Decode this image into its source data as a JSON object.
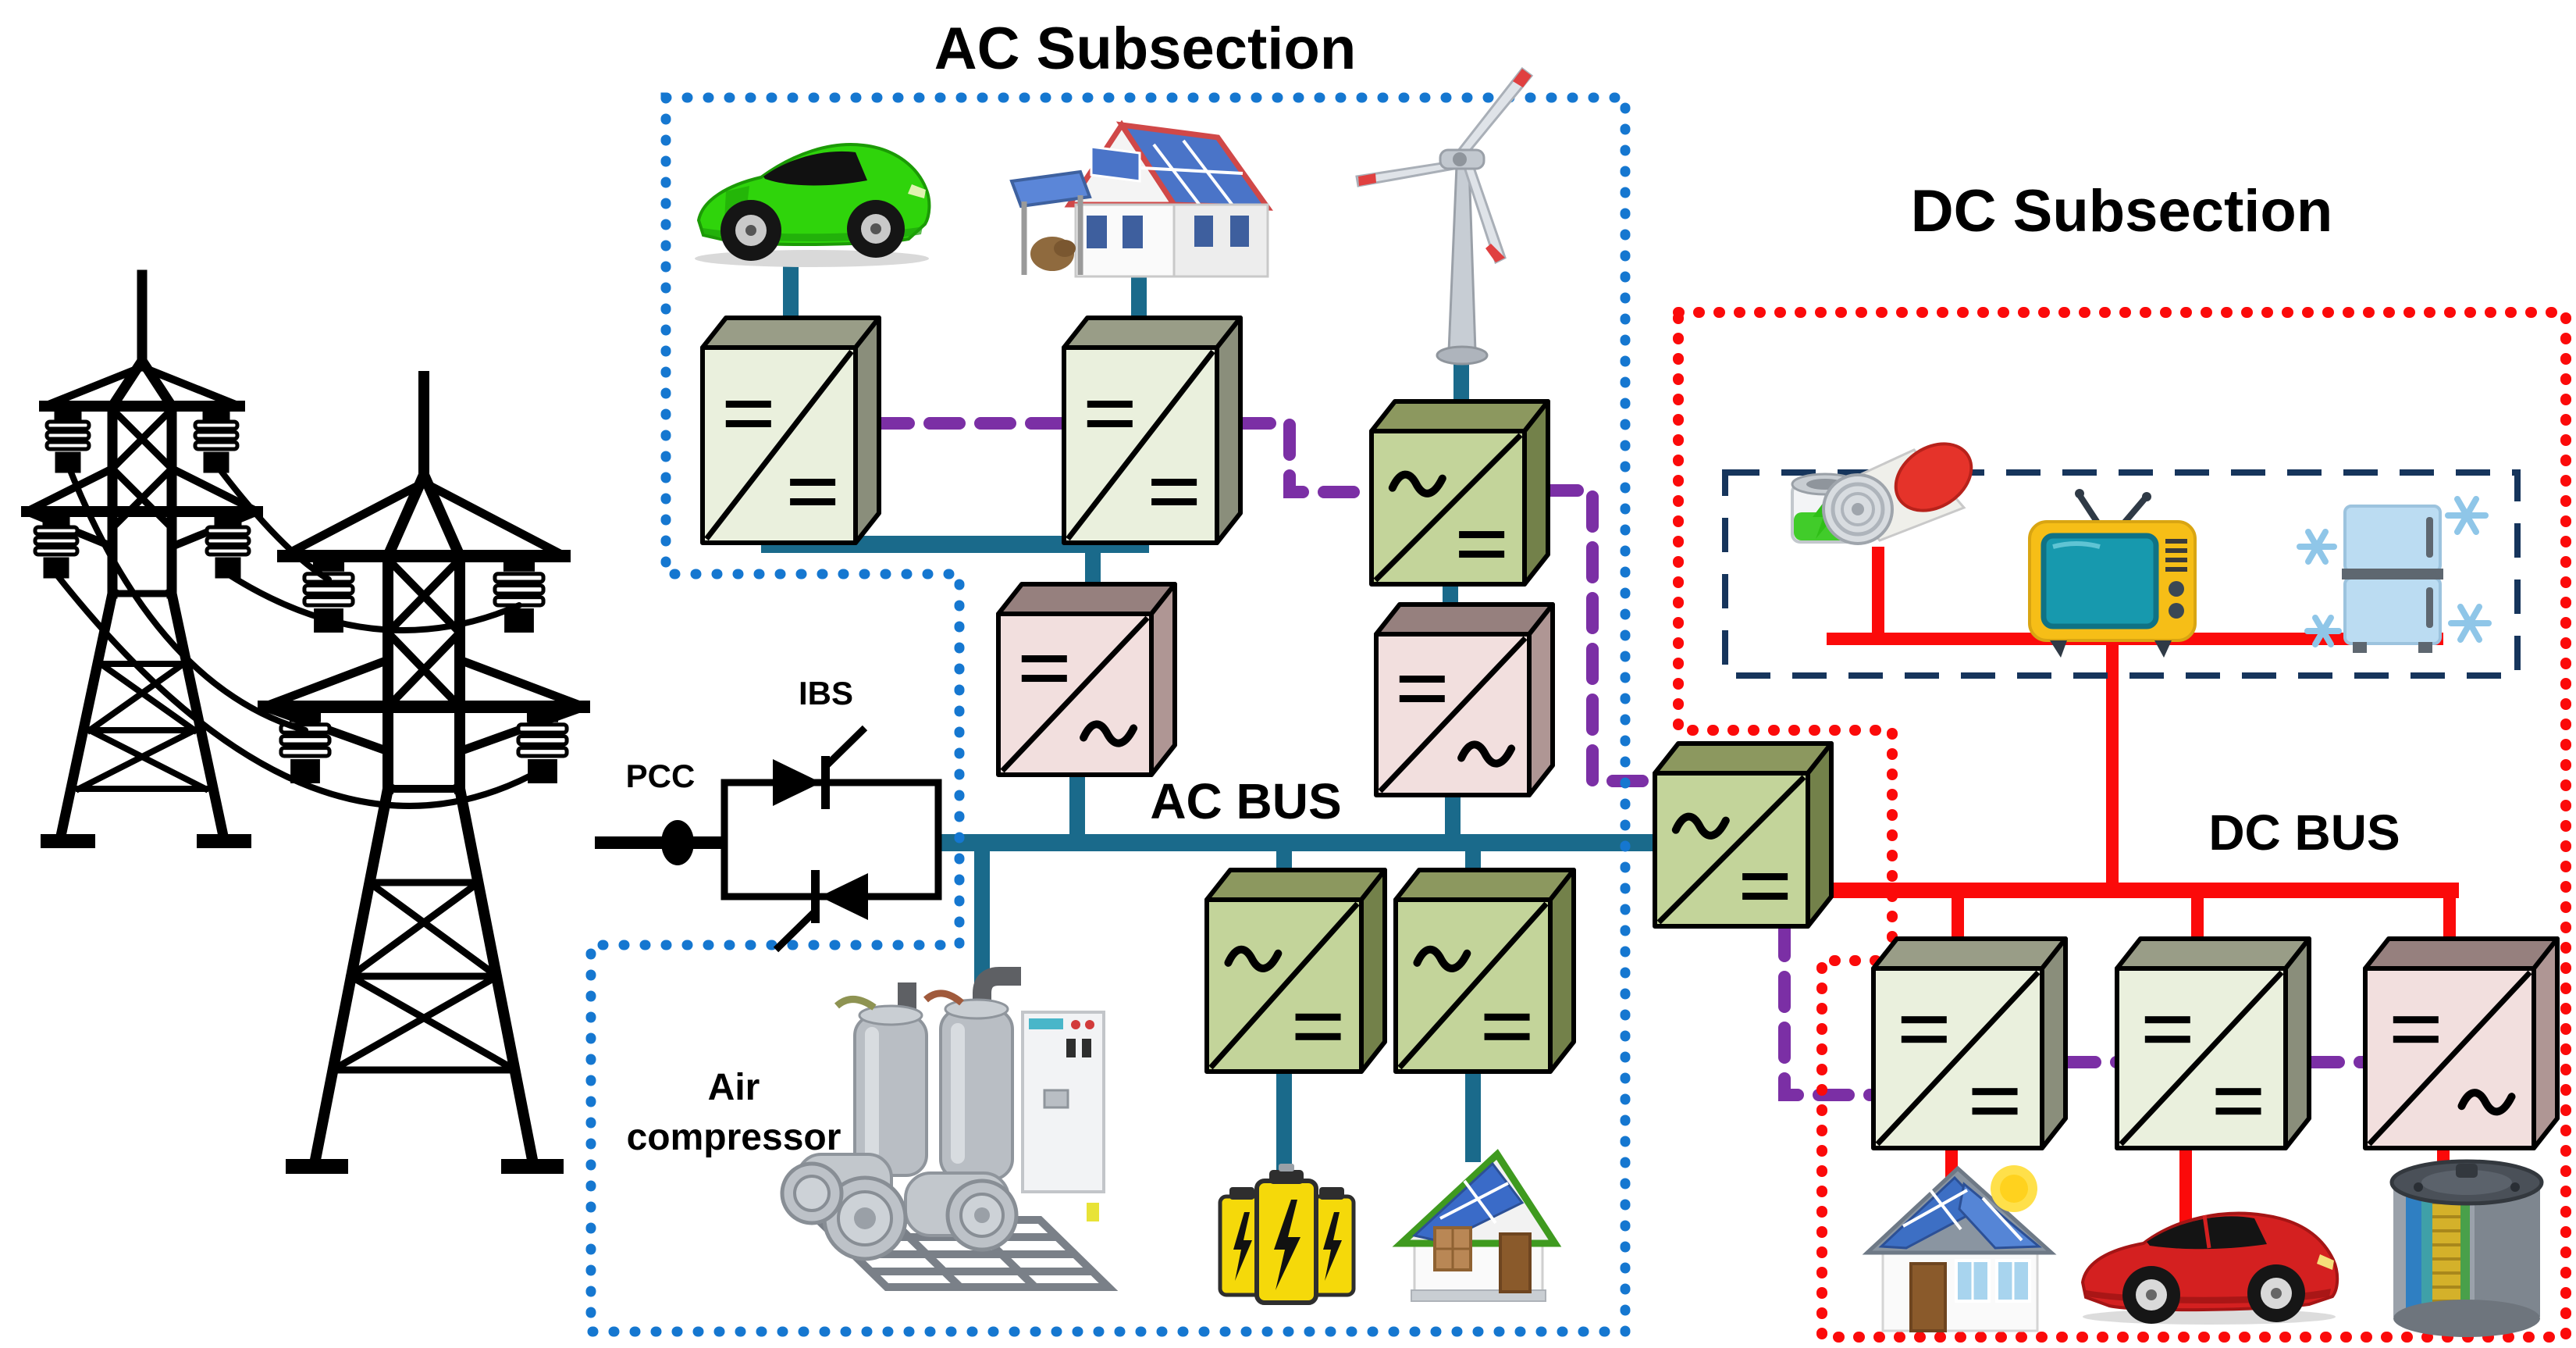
{
  "ac_section": {
    "title": "AC Subsection",
    "bus_label": "AC BUS",
    "pcc_label": "PCC",
    "ibs_label": "IBS",
    "air_compressor_label_line1": "Air",
    "air_compressor_label_line2": "compressor",
    "components": [
      "transmission-grid-towers",
      "electric-sports-car",
      "solar-house-with-carport",
      "wind-turbine",
      "air-compressor",
      "battery-bank",
      "small-solar-house"
    ],
    "converters": [
      "ev-dc-dc-converter",
      "house-dc-dc-converter",
      "wind-ac-dc-converter",
      "ev-dc-ac-inverter",
      "wind-dc-ac-inverter",
      "battery-ac-dc-converter",
      "house-ac-dc-converter"
    ]
  },
  "dc_section": {
    "title": "DC Subsection",
    "bus_label": "DC BUS",
    "components": [
      "battery-cells",
      "television",
      "refrigerator",
      "solar-house",
      "electric-sports-car",
      "flywheel-energy-storage"
    ],
    "converters": [
      "interlinking-converter",
      "dc-house-dc-dc-converter",
      "dc-ev-dc-dc-converter",
      "flywheel-dc-ac-inverter"
    ]
  },
  "colors": {
    "ac_line": "#1A6A8B",
    "dc_line": "#FB0A0A",
    "communication_link": "#7B2FA5",
    "ac_section_border": "#1577D0",
    "dc_section_border": "#FB0A0A",
    "dc_loads_border": "#16355C",
    "converter_cream_face": "#EAF0DD",
    "converter_green_face": "#C3D49A",
    "converter_pink_face": "#F2DFDE"
  }
}
